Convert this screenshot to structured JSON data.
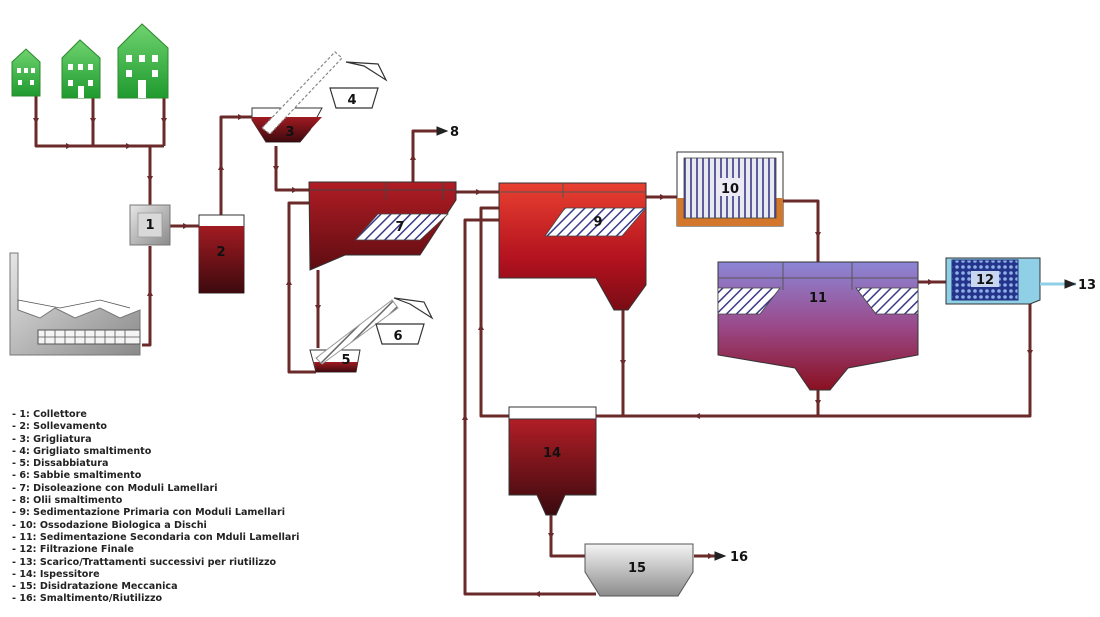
{
  "nodes": {
    "n1": "1",
    "n2": "2",
    "n3": "3",
    "n4": "4",
    "n5": "5",
    "n6": "6",
    "n7": "7",
    "n8": "8",
    "n9": "9",
    "n10": "10",
    "n11": "11",
    "n12": "12",
    "n13": "13",
    "n14": "14",
    "n15": "15",
    "n16": "16"
  },
  "legend": [
    "- 1: Collettore",
    "- 2: Sollevamento",
    "- 3: Grigliatura",
    "- 4: Grigliato smaltimento",
    "- 5: Dissabbiatura",
    "- 6: Sabbie smaltimento",
    "- 7: Disoleazione con Moduli Lamellari",
    "- 8: Olii smaltimento",
    "- 9: Sedimentazione Primaria con Moduli Lamellari",
    "- 10: Ossodazione Biologica a Dischi",
    "- 11: Sedimentazione Secondaria con Mduli Lamellari",
    "- 12: Filtrazione Finale",
    "- 13: Scarico/Trattamenti successivi per riutilizzo",
    "- 14: Ispessitore",
    "- 15: Disidratazione Meccanica",
    "- 16: Smaltimento/Riutilizzo"
  ],
  "colors": {
    "pipe": "#6b2a2a",
    "sludge": "#7a0f14",
    "water": "#c0202a",
    "clear_water": "#7070c0",
    "house": "#3fae3f",
    "filter": "#8fd0e6"
  }
}
